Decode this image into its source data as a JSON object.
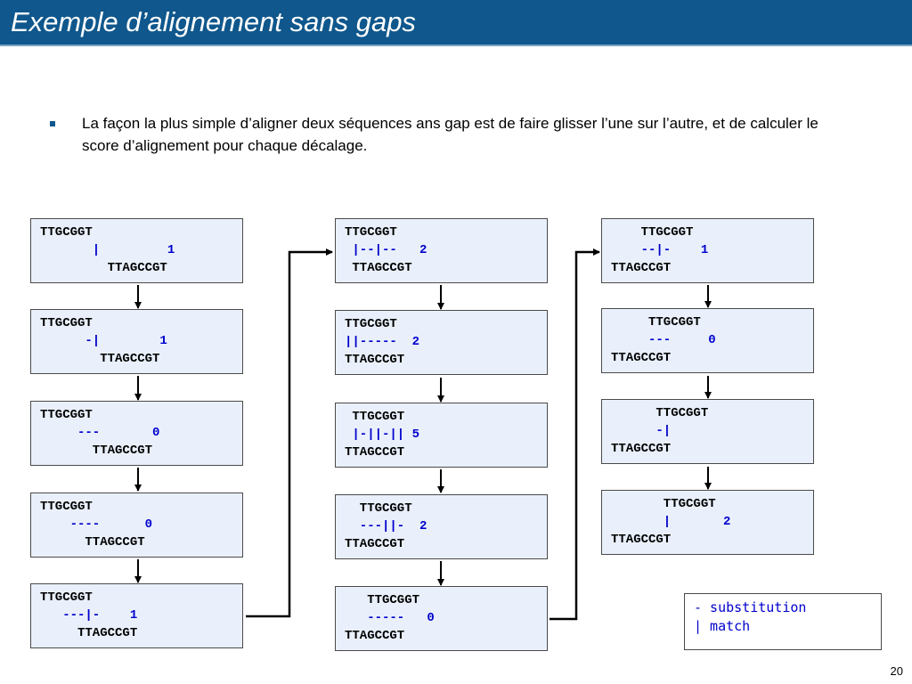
{
  "title": "Exemple d’alignement sans gaps",
  "bullet": "La façon la plus simple d’aligner deux séquences ans gap est de faire glisser l’une sur l’autre, et de calculer le score d’alignement pour chaque décalage.",
  "columns": [
    [
      {
        "top": "TTGCGGT",
        "mid": "       |         1",
        "bottom": "         TTAGCCGT"
      },
      {
        "top": "TTGCGGT",
        "mid": "      -|        1",
        "bottom": "        TTAGCCGT"
      },
      {
        "top": "TTGCGGT",
        "mid": "     ---       0",
        "bottom": "       TTAGCCGT"
      },
      {
        "top": "TTGCGGT",
        "mid": "    ----      0",
        "bottom": "      TTAGCCGT"
      },
      {
        "top": "TTGCGGT",
        "mid": "   ---|-    1",
        "bottom": "     TTAGCCGT"
      }
    ],
    [
      {
        "top": "TTGCGGT",
        "mid": " |--|--   2",
        "bottom": " TTAGCCGT"
      },
      {
        "top": "TTGCGGT",
        "mid": "||-----  2",
        "bottom": "TTAGCCGT"
      },
      {
        "top": " TTGCGGT",
        "mid": " |-||-|| 5",
        "bottom": "TTAGCCGT"
      },
      {
        "top": "  TTGCGGT",
        "mid": "  ---||-  2",
        "bottom": "TTAGCCGT"
      },
      {
        "top": "   TTGCGGT",
        "mid": "   -----   0",
        "bottom": "TTAGCCGT"
      }
    ],
    [
      {
        "top": "    TTGCGGT",
        "mid": "    --|-    1",
        "bottom": "TTAGCCGT"
      },
      {
        "top": "     TTGCGGT",
        "mid": "     ---     0",
        "bottom": "TTAGCCGT"
      },
      {
        "top": "      TTGCGGT",
        "mid": "      -|",
        "bottom": "TTAGCCGT"
      },
      {
        "top": "       TTGCGGT",
        "mid": "       |       2",
        "bottom": "TTAGCCGT"
      }
    ]
  ],
  "legend": {
    "substitution": "- substitution",
    "match": "| match"
  },
  "page_number": "20"
}
